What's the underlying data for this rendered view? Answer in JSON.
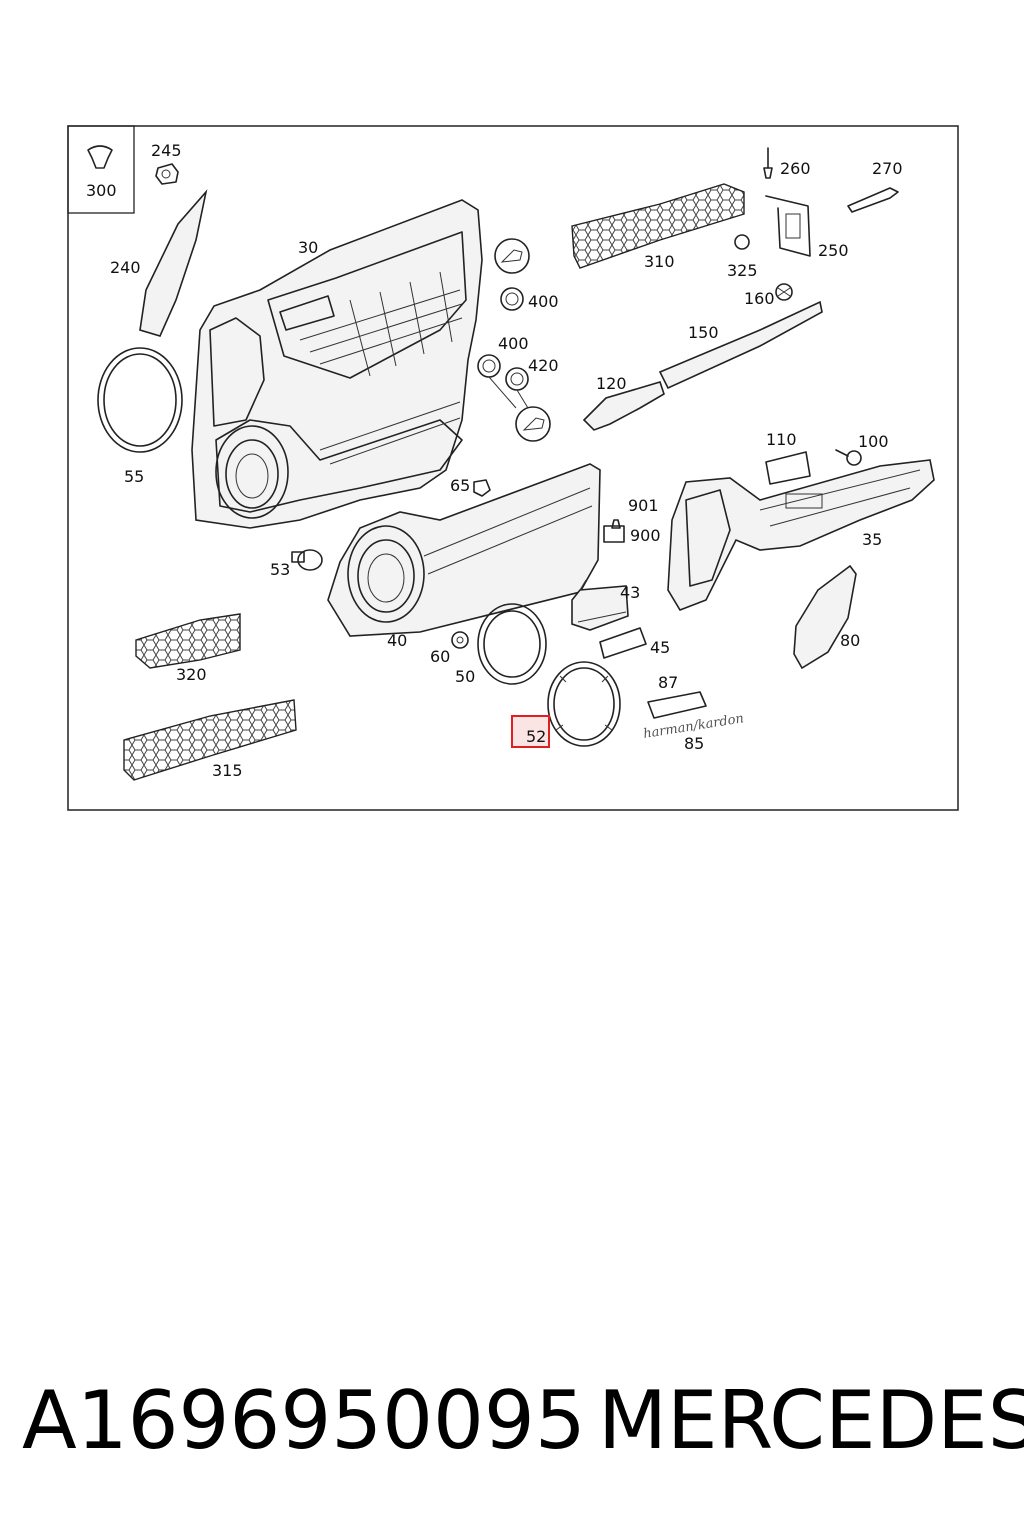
{
  "footer": {
    "part_number": "A1696950095",
    "brand": "MERCEDES"
  },
  "diagram": {
    "highlighted_callout": "52",
    "highlight_color": "#e02020",
    "logo_text": "harman/kardon",
    "callouts": {
      "c300": "300",
      "c245": "245",
      "c240": "240",
      "c30": "30",
      "c400a": "400",
      "c400b": "400",
      "c420": "420",
      "c55": "55",
      "c65": "65",
      "c53": "53",
      "c40": "40",
      "c60": "60",
      "c50": "50",
      "c52": "52",
      "c320": "320",
      "c315": "315",
      "c310": "310",
      "c260": "260",
      "c270": "270",
      "c250": "250",
      "c325": "325",
      "c160": "160",
      "c150": "150",
      "c120": "120",
      "c110": "110",
      "c100": "100",
      "c35": "35",
      "c901": "901",
      "c900": "900",
      "c43": "43",
      "c45": "45",
      "c80": "80",
      "c87": "87",
      "c85": "85"
    }
  }
}
